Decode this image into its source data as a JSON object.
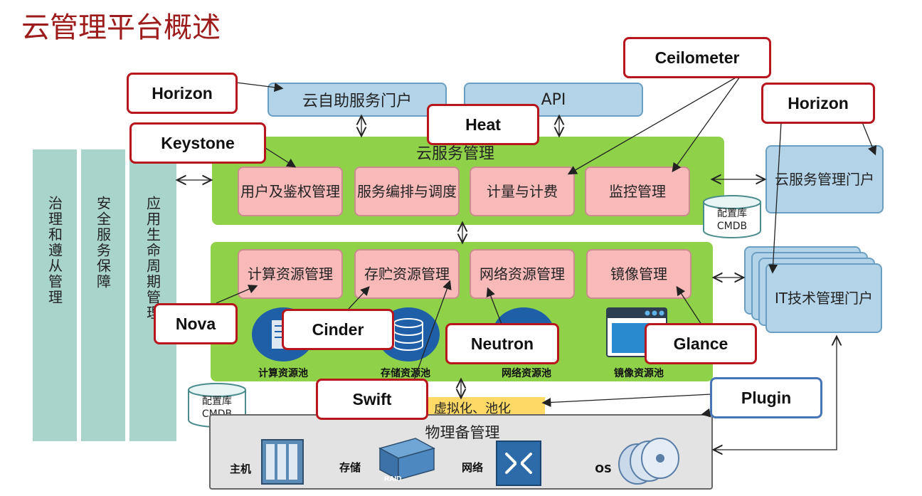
{
  "title": "云管理平台概述",
  "left_bars": [
    {
      "label": "治理和遵从管理"
    },
    {
      "label": "安全服务保障"
    },
    {
      "label": "应用生命周期管理"
    }
  ],
  "top": {
    "self_service_portal": "云自助服务门户",
    "api": "API"
  },
  "cloud_service_mgmt": {
    "label": "云服务管理",
    "items": [
      {
        "label": "用户及鉴权管理"
      },
      {
        "label": "服务编排与调度"
      },
      {
        "label": "计量与计费"
      },
      {
        "label": "监控管理"
      }
    ]
  },
  "resource_mgmt": {
    "items": [
      {
        "label": "计算资源管理"
      },
      {
        "label": "存贮资源管理"
      },
      {
        "label": "网络资源管理"
      },
      {
        "label": "镜像管理"
      }
    ],
    "pools": [
      {
        "label": "计算资源池"
      },
      {
        "label": "存储资源池"
      },
      {
        "label": "网络资源池"
      },
      {
        "label": "镜像资源池"
      }
    ]
  },
  "cmdb_labels": {
    "line1": "配置库",
    "line2": "CMDB"
  },
  "virtualization": "虚拟化、池化",
  "physical": {
    "label": "物理备管理",
    "items": [
      {
        "label": "主机"
      },
      {
        "label": "存储"
      },
      {
        "label": "网络"
      },
      {
        "label": "OS"
      }
    ],
    "raid": "RAID"
  },
  "right_portals": {
    "cloud_service_portal": "云服务管理门户",
    "it_portal": "IT技术管理门户"
  },
  "callouts": {
    "horizon_left": "Horizon",
    "keystone": "Keystone",
    "heat": "Heat",
    "ceilometer": "Ceilometer",
    "horizon_right": "Horizon",
    "nova": "Nova",
    "cinder": "Cinder",
    "neutron": "Neutron",
    "glance": "Glance",
    "swift": "Swift",
    "plugin": "Plugin"
  },
  "colors": {
    "title": "#9e1b1b",
    "callout_border": "#b8161d",
    "plugin_border": "#4675b5",
    "green": "#8fd24a",
    "pink": "#f8b9b9",
    "blue": "#b3d4e8",
    "teal": "#a9d4cc"
  }
}
